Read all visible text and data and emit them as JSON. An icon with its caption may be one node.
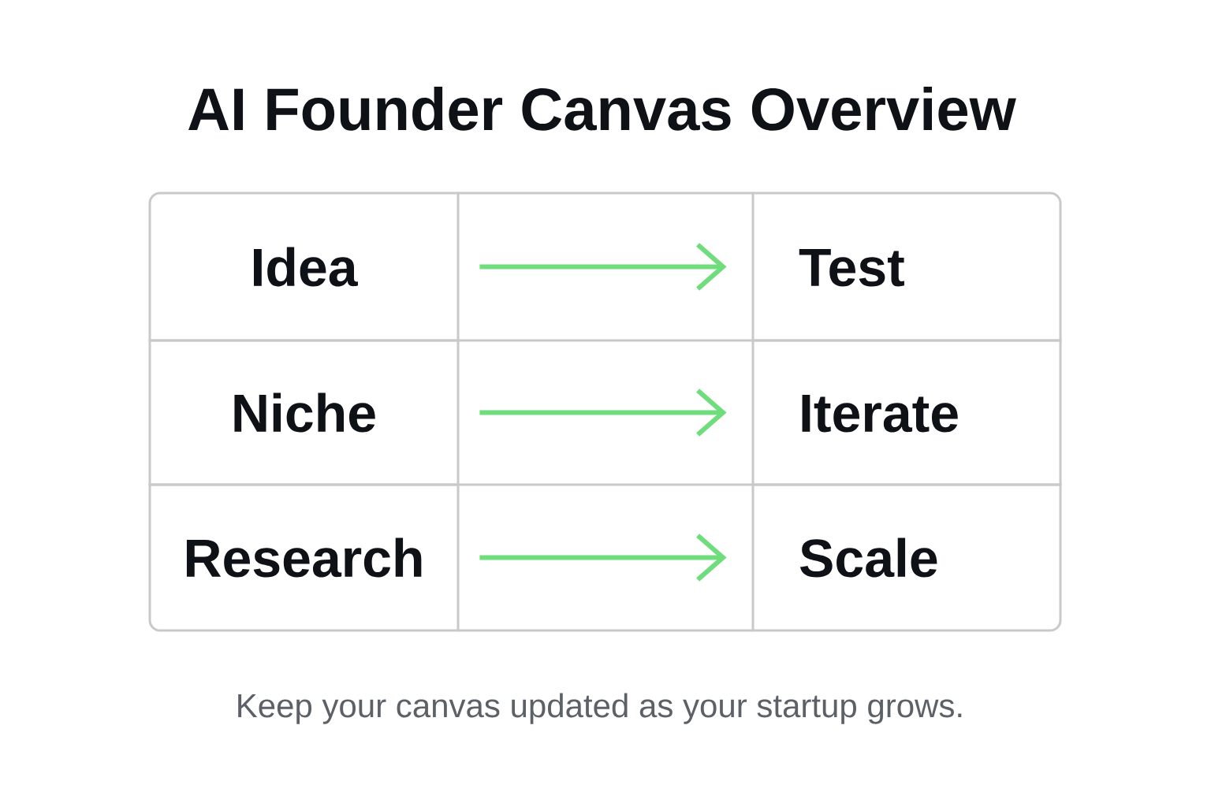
{
  "diagram": {
    "title": "AI Founder Canvas Overview",
    "caption": "Keep your canvas updated as your startup grows.",
    "nodes": [
      {
        "text": [
          "Idea"
        ]
      },
      {
        "text": [
          "Test"
        ]
      },
      {
        "text": [
          "Niche"
        ]
      },
      {
        "text": [
          "Iterate"
        ]
      },
      {
        "text": [
          "Research"
        ]
      },
      {
        "text": [
          "Scale"
        ]
      }
    ],
    "edges": [
      {
        "from": 0,
        "to": 1,
        "arrow": "to"
      },
      {
        "from": 2,
        "to": 3,
        "arrow": "to"
      },
      {
        "from": 4,
        "to": 5,
        "arrow": "to"
      }
    ]
  }
}
